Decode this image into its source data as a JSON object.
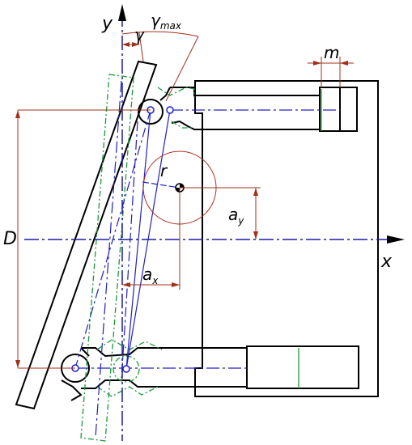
{
  "labels": {
    "y_axis": "y",
    "x_axis": "x",
    "gamma": "γ",
    "gamma_max_base": "γ",
    "gamma_max_sub": "max",
    "m": "m",
    "r": "r",
    "a_y_base": "a",
    "a_y_sub": "y",
    "a_x_base": "a",
    "a_x_sub": "x",
    "D": "D"
  },
  "colors": {
    "outline": "#000000",
    "axis": "#1a1aa0",
    "centerline": "#2020c0",
    "dimension": "#a0301a",
    "ghost": "#1a9a3a",
    "circle": "#b03020"
  }
}
